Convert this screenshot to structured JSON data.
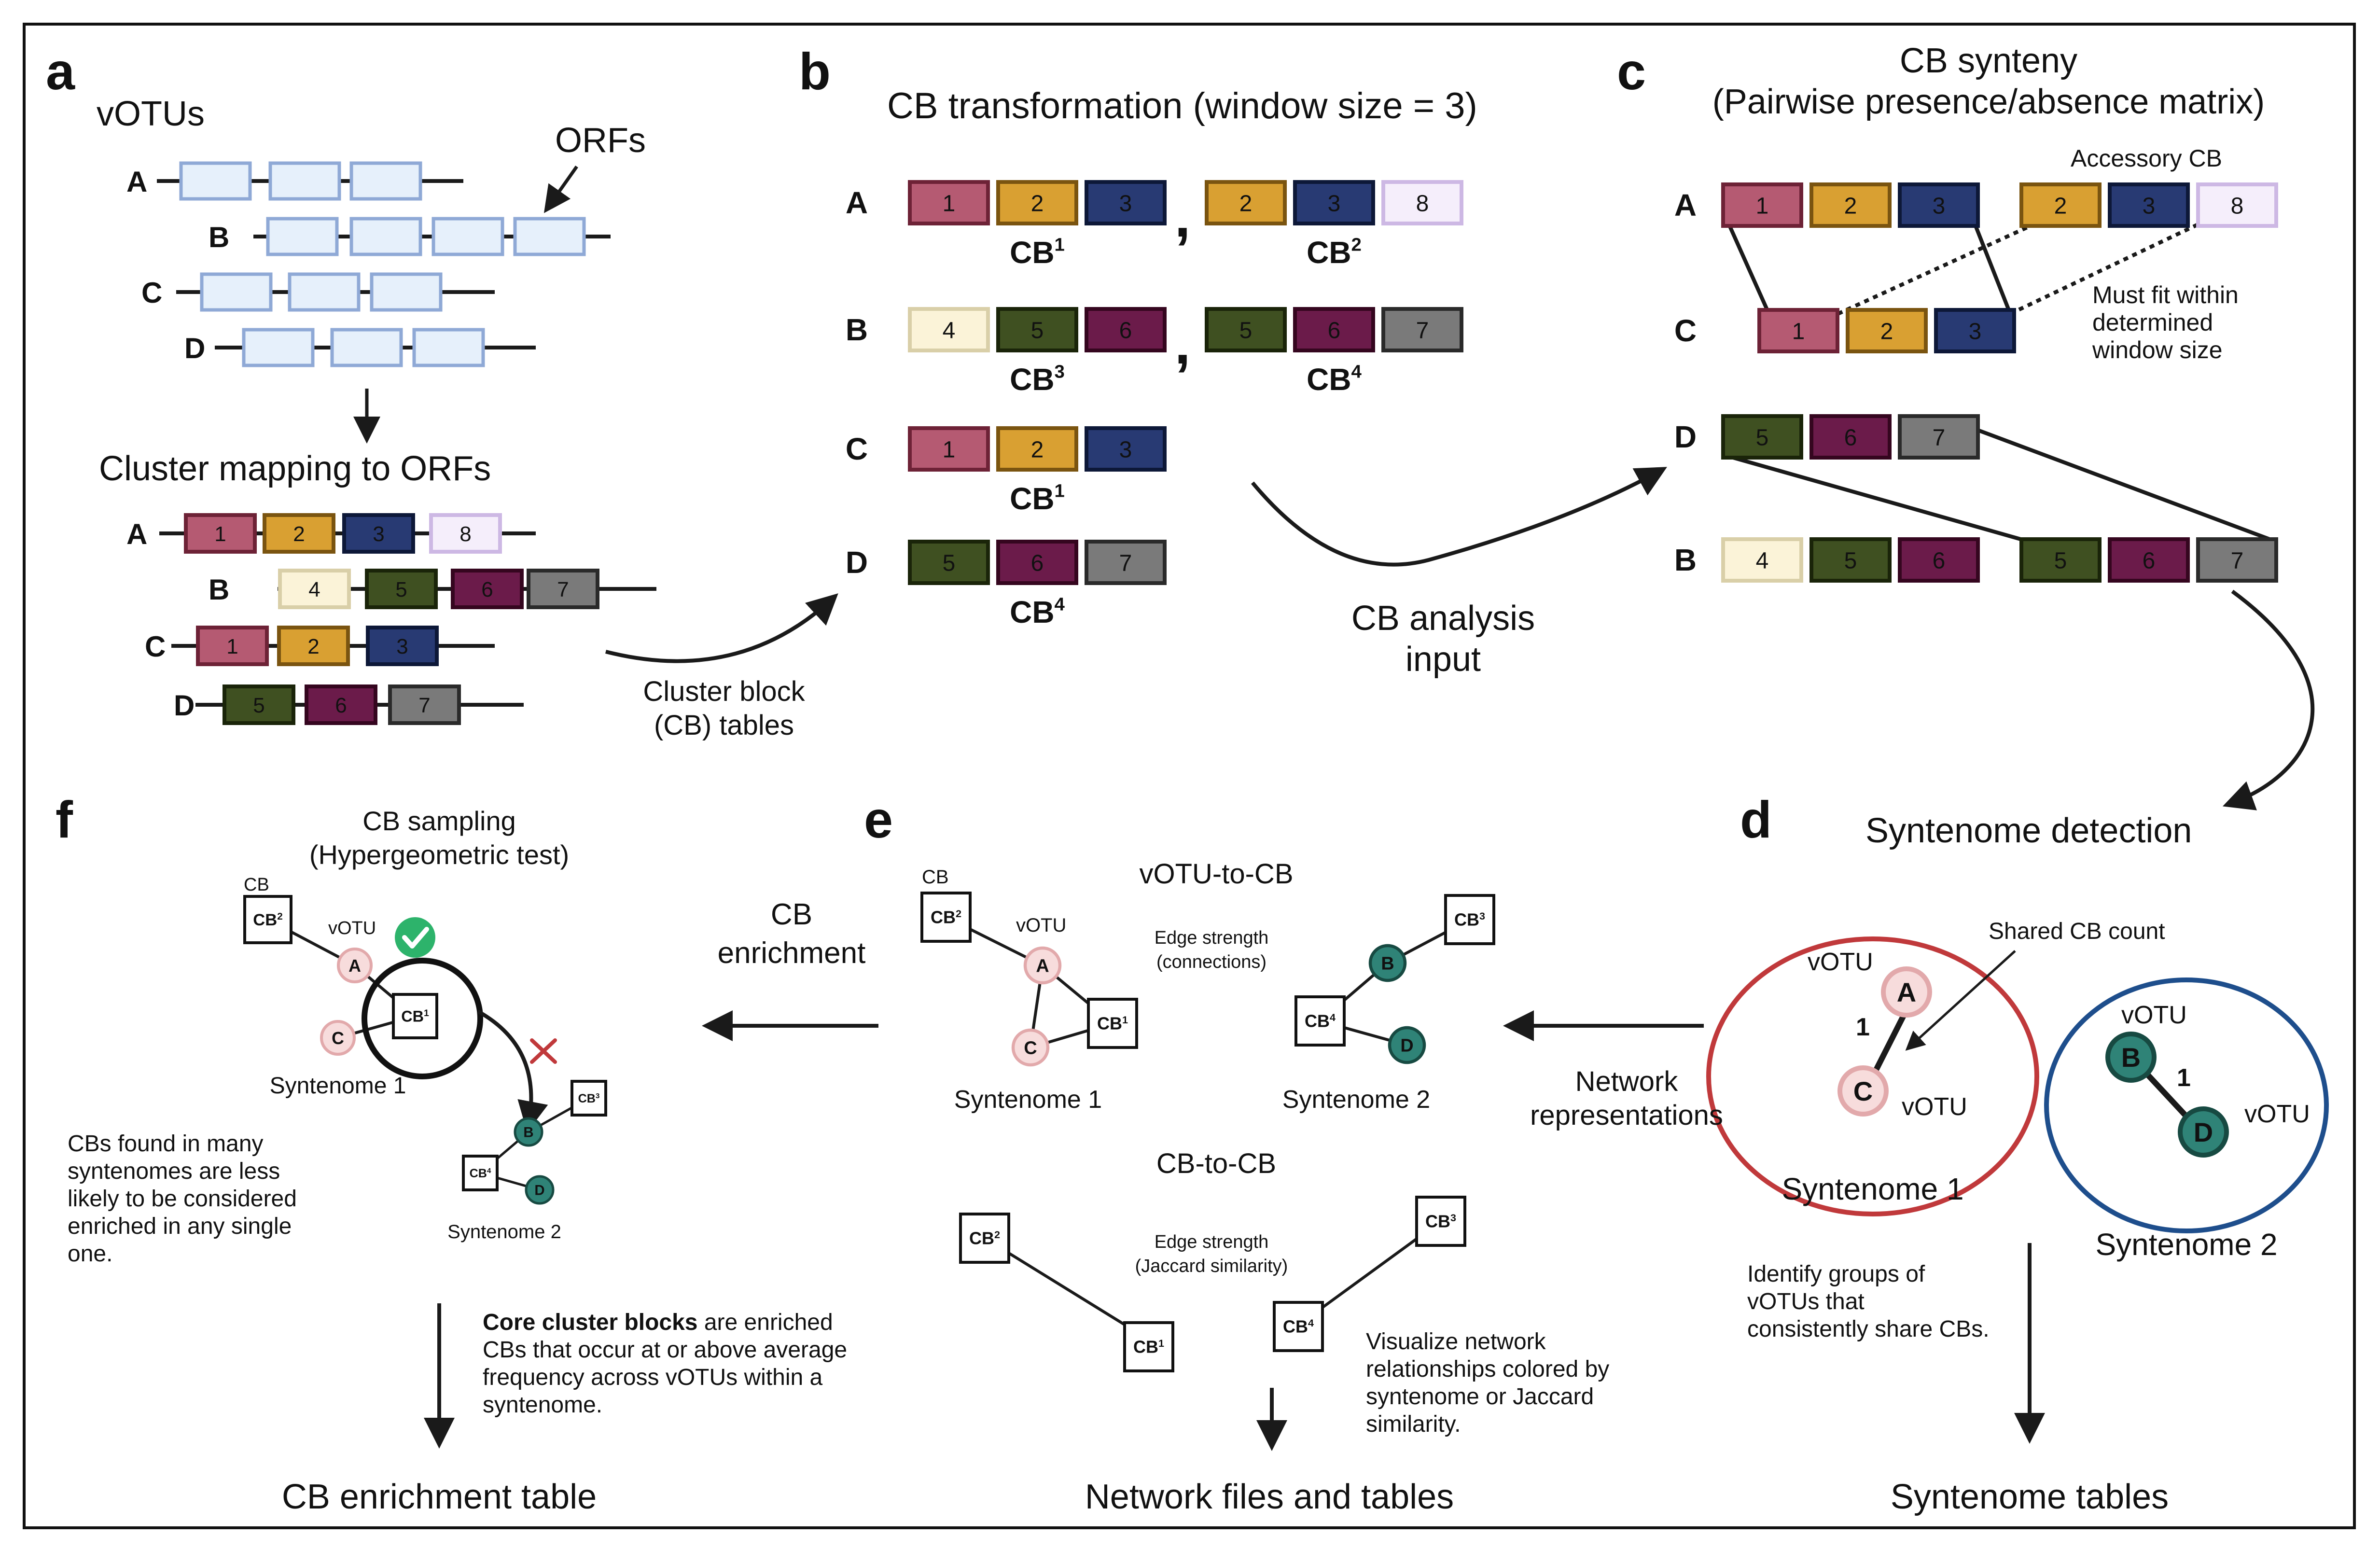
{
  "colors": {
    "c1": "#b55a72",
    "c2": "#d9a032",
    "c3": "#283a73",
    "c4": "#fbf3d8",
    "c5": "#3f5021",
    "c6": "#6b1b4a",
    "c7": "#7a7a7a",
    "c8": "#f5eefb",
    "orf": "#e6f0fb",
    "orfStroke": "#8fa9d6",
    "vnode": "#f7dcdc",
    "vnodeStroke": "#e2a9ab",
    "tnode": "#2f8377",
    "tnodeStroke": "#174a42",
    "red": "#c0393b",
    "blue": "#1e4e8c",
    "check": "#2db36b",
    "cross": "#c0393b"
  },
  "panel_a": {
    "letter": "a",
    "vOTUs": "vOTUs",
    "orfs": "ORFs",
    "rows": [
      "A",
      "B",
      "C",
      "D"
    ],
    "mapping_title": "Cluster mapping to ORFs",
    "mapped": [
      {
        "label": "A",
        "blocks": [
          "1",
          "2",
          "3",
          "8"
        ]
      },
      {
        "label": "B",
        "blocks": [
          "4",
          "5",
          "6",
          "7"
        ]
      },
      {
        "label": "C",
        "blocks": [
          "1",
          "2",
          "3"
        ]
      },
      {
        "label": "D",
        "blocks": [
          "5",
          "6",
          "7"
        ]
      }
    ],
    "arrow_caption": [
      "Cluster block",
      "(CB) tables"
    ]
  },
  "panel_b": {
    "letter": "b",
    "title": "CB transformation (window size = 3)",
    "rows": [
      {
        "label": "A",
        "groups": [
          {
            "blocks": [
              "1",
              "2",
              "3"
            ],
            "cb": "CB",
            "sup": "1"
          },
          {
            "blocks": [
              "2",
              "3",
              "8"
            ],
            "cb": "CB",
            "sup": "2"
          }
        ]
      },
      {
        "label": "B",
        "groups": [
          {
            "blocks": [
              "4",
              "5",
              "6"
            ],
            "cb": "CB",
            "sup": "3"
          },
          {
            "blocks": [
              "5",
              "6",
              "7"
            ],
            "cb": "CB",
            "sup": "4"
          }
        ]
      },
      {
        "label": "C",
        "groups": [
          {
            "blocks": [
              "1",
              "2",
              "3"
            ],
            "cb": "CB",
            "sup": "1"
          }
        ]
      },
      {
        "label": "D",
        "groups": [
          {
            "blocks": [
              "5",
              "6",
              "7"
            ],
            "cb": "CB",
            "sup": "4"
          }
        ]
      }
    ],
    "comma": ",",
    "arrow_caption": [
      "CB analysis",
      "input"
    ]
  },
  "panel_c": {
    "letter": "c",
    "title": [
      "CB synteny",
      "(Pairwise presence/absence matrix)"
    ],
    "accessory": "Accessory CB",
    "note": [
      "Must fit within",
      "determined",
      "window size"
    ],
    "rows": {
      "A": [
        "1",
        "2",
        "3",
        "2",
        "3",
        "8"
      ],
      "C": [
        "1",
        "2",
        "3"
      ],
      "D": [
        "5",
        "6",
        "7"
      ],
      "B": [
        "4",
        "5",
        "6",
        "5",
        "6",
        "7"
      ]
    },
    "labels": [
      "A",
      "C",
      "D",
      "B"
    ]
  },
  "panel_d": {
    "letter": "d",
    "title": "Syntenome detection",
    "shared": "Shared CB count",
    "s1": {
      "vOTU_a": "vOTU",
      "vOTU_b": "vOTU",
      "nodeA": "A",
      "nodeB": "C",
      "count": "1",
      "name": "Syntenome 1"
    },
    "s2": {
      "vOTU_a": "vOTU",
      "vOTU_b": "vOTU",
      "nodeA": "B",
      "nodeB": "D",
      "count": "1",
      "name": "Syntenome 2"
    },
    "desc": [
      "Identify groups of",
      "vOTUs that",
      "consistently share CBs."
    ],
    "output": "Syntenome tables"
  },
  "panel_e": {
    "letter": "e",
    "net_caption": [
      "Network",
      "representations"
    ],
    "v2cb": "vOTU-to-CB",
    "edge1": [
      "Edge strength",
      "(connections)"
    ],
    "cb_small": "CB",
    "votu_small": "vOTU",
    "s1": "Syntenome 1",
    "s2": "Syntenome 2",
    "cb2cb": "CB-to-CB",
    "edge2": [
      "Edge strength",
      "(Jaccard similarity)"
    ],
    "desc": [
      "Visualize network",
      "relationships colored by",
      "syntenome or Jaccard",
      "similarity."
    ],
    "output": "Network files and tables",
    "nodes": {
      "A": "A",
      "C": "C",
      "B": "B",
      "D": "D"
    },
    "cbs": {
      "cb1": "CB",
      "cb2": "CB",
      "cb3": "CB",
      "cb4": "CB",
      "s1": "1",
      "s2": "2",
      "s3": "3",
      "s4": "4"
    }
  },
  "panel_f": {
    "letter": "f",
    "title": [
      "CB sampling",
      "(Hypergeometric test)"
    ],
    "enrich_caption": [
      "CB",
      "enrichment"
    ],
    "cb_small": "CB",
    "votu_small": "vOTU",
    "s1": "Syntenome 1",
    "s2": "Syntenome 2",
    "left_desc": [
      "CBs found in many",
      "syntenomes are less",
      "likely to be considered",
      "enriched in any single",
      "one."
    ],
    "core_bold": "Core cluster blocks",
    "core_rest": [
      " are enriched",
      "CBs that occur at or above average",
      "frequency across vOTUs within a",
      "syntenome."
    ],
    "output": "CB enrichment table",
    "nodes": {
      "A": "A",
      "C": "C",
      "B": "B",
      "D": "D"
    }
  }
}
